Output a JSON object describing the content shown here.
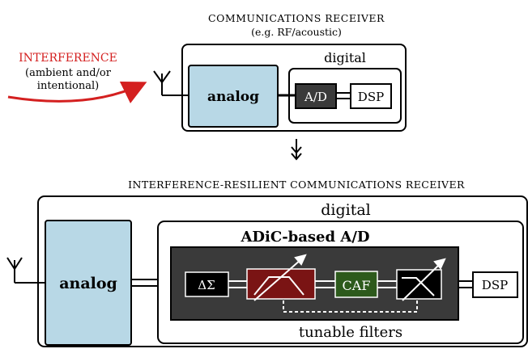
{
  "top": {
    "title": "COMMUNICATIONS RECEIVER",
    "subtitle": "(e.g. RF/acoustic)",
    "digital_label": "digital",
    "analog_label": "analog",
    "ad_label": "A/D",
    "dsp_label": "DSP"
  },
  "interference": {
    "title": "INTERFERENCE",
    "line1": "(ambient and/or",
    "line2": "intentional)"
  },
  "bottom": {
    "title": "INTERFERENCE-RESILIENT COMMUNICATIONS RECEIVER",
    "digital_label": "digital",
    "analog_label": "analog",
    "adic_label": "ADiC-based A/D",
    "delta_sigma_label": "ΔΣ",
    "caf_label": "CAF",
    "dsp_label": "DSP",
    "tunable_label": "tunable filters"
  },
  "colors": {
    "analog_fill": "#b8d8e6",
    "ad_dark": "#3a3a3a",
    "adic_panel": "#3a3a3a",
    "bandpass_fill": "#7a1414",
    "caf_fill": "#2d5a1c",
    "interference_red": "#d42020"
  },
  "icons": {
    "antenna": "antenna-icon",
    "arrow_down": "double-down-arrow-icon",
    "tunable": "diagonal-arrow-icon"
  }
}
